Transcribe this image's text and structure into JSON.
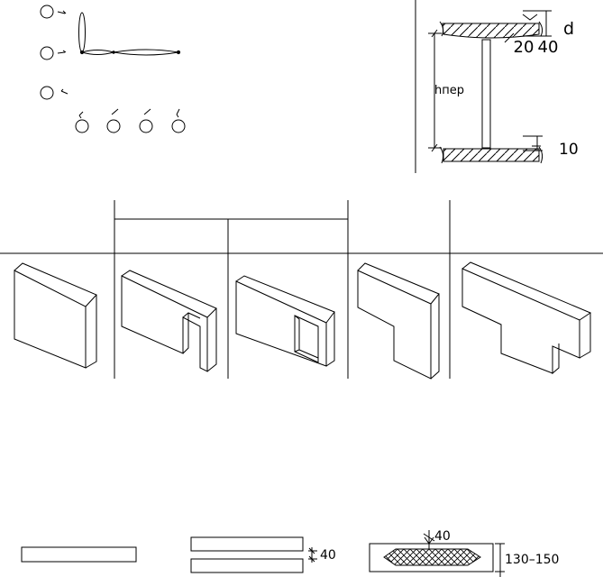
{
  "labels": {
    "h_label": "hпер",
    "dim_d": "d",
    "dim_20": "20",
    "dim_40_top": "40",
    "dim_10": "10",
    "dim_40_double_panel": "40",
    "dim_40_reinforced": "40",
    "dim_130_150": "130–150"
  },
  "icons": {
    "panels": [
      "solid-panel-icon",
      "panel-with-door-cutout-icon",
      "panel-with-window-opening-icon",
      "l-shaped-panel-icon",
      "t-shaped-panel-icon"
    ],
    "sections": [
      "single-panel-section-icon",
      "double-panel-section-icon",
      "reinforced-panel-section-icon"
    ]
  }
}
